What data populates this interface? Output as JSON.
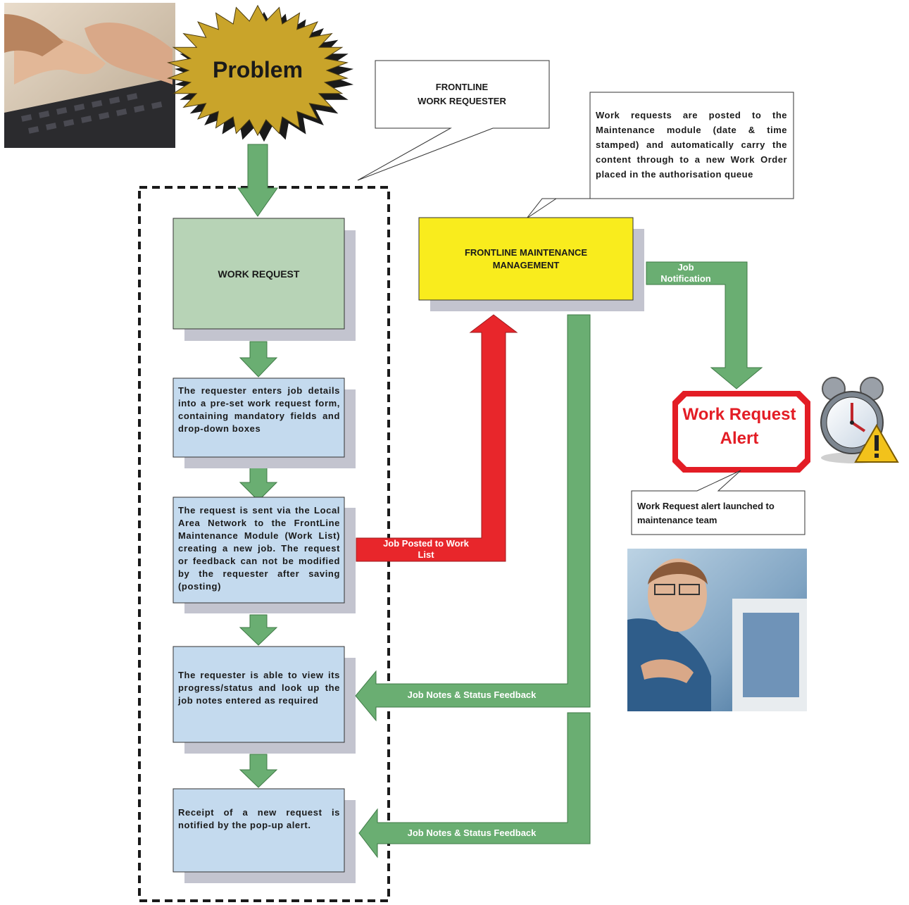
{
  "problem": {
    "label": "Problem"
  },
  "callouts": {
    "requester": {
      "line1": "FRONTLINE",
      "line2": "WORK REQUESTER"
    },
    "posting": "Work requests are posted to the Maintenance module (date & time stamped) and automatically carry the content through to a new Work Order placed in the authorisation queue",
    "alert_launch": "Work Request alert launched to maintenance team"
  },
  "steps": {
    "work_request": "WORK REQUEST",
    "enter_details": "The requester enters job details into a pre-set work request form, containing mandatory fields and drop-down boxes",
    "send_via_lan": "The request is sent via the Local Area Network to the FrontLine Maintenance Module (Work List) creating a new job. The request or feedback can not be modified by the requester after saving (posting)",
    "view_progress": "The requester is able to view its progress/status and look up the job notes entered as required",
    "receipt_alert": "Receipt of a new request is notified by the pop-up alert."
  },
  "maintenance": {
    "line1": "FRONTLINE MAINTENANCE",
    "line2": "MANAGEMENT"
  },
  "arrows": {
    "job_posted": {
      "line1": "Job Posted to Work",
      "line2": "List"
    },
    "job_notification": {
      "line1": "Job",
      "line2": "Notification"
    },
    "feedback_1": "Job Notes & Status Feedback",
    "feedback_2": "Job Notes & Status Feedback"
  },
  "alert": {
    "line1": "Work Request",
    "line2": "Alert"
  },
  "colors": {
    "green_arrow": "#6aae72",
    "red_arrow": "#e8262b",
    "work_request_box": "#b7d3b6",
    "step_box": "#c4daee",
    "maintenance_box": "#f9ec1d",
    "shadow": "#c3c4cf",
    "burst": "#c9a42a",
    "alert_red": "#e31d25"
  },
  "icons": {
    "photo_typing": "keyboard-typing-photo",
    "photo_technician": "technician-photo",
    "alarm_clock": "alarm-clock-warning-icon"
  }
}
